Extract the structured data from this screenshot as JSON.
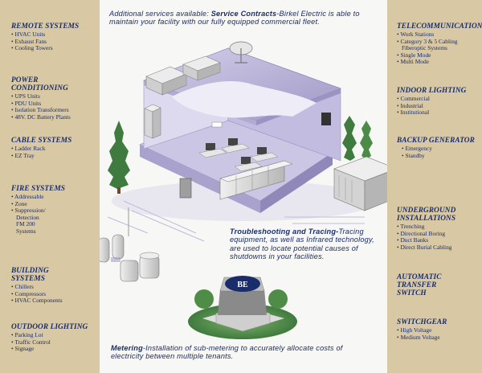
{
  "left_sidebar": {
    "sections": [
      {
        "title": "Remote Systems",
        "items": [
          "HVAC Units",
          "Exhaust Fans",
          "Cooling Towers"
        ]
      },
      {
        "title": "Power Conditioning",
        "items": [
          "UPS Units",
          "PDU Units",
          "Isolation Transformers",
          "48V. DC Battery Plants"
        ]
      },
      {
        "title": "Cable Systems",
        "items": [
          "Ladder Rack",
          "EZ Tray"
        ]
      },
      {
        "title": "Fire Systems",
        "items": [
          "Addressable",
          "Zone",
          "Suppression/",
          "Detection",
          "FM 200",
          "Systems"
        ]
      },
      {
        "title_lines": [
          "Building",
          "Systems"
        ],
        "items": [
          "Chillers",
          "Compressors",
          "HVAC Components"
        ]
      },
      {
        "title": "Outdoor Lighting",
        "items": [
          "Parking Lot",
          "Traffic Control",
          "Signage"
        ]
      }
    ]
  },
  "right_sidebar": {
    "sections": [
      {
        "title": "Telecommunications",
        "items": [
          "Work Stations",
          "Category 3 & 5 Cabling",
          "Fiberoptic Systems",
          "Single Mode",
          "Multi Mode"
        ]
      },
      {
        "title": "Indoor Lighting",
        "items": [
          "Commercial",
          "Industrial",
          "Institutional"
        ]
      },
      {
        "title": "Backup Generator",
        "items": [
          "Emergency",
          "Standby"
        ]
      },
      {
        "title_lines": [
          "Underground",
          "Installations"
        ],
        "items": [
          "Trenching",
          "Directional Boring",
          "Duct Banks",
          "Direct Burial Cabling"
        ]
      },
      {
        "title_lines": [
          "Automatic",
          "Transfer",
          "Switch"
        ],
        "items": []
      },
      {
        "title": "Switchgear",
        "items": [
          "High Voltage",
          "Medium Voltage"
        ]
      }
    ]
  },
  "notes": {
    "top": {
      "lead": "Additional services available:  ",
      "bold": "Service Contracts",
      "rest": "-Birkel Electric is able to maintain your facility with our fully equipped commercial fleet."
    },
    "middle": {
      "bold": "Troubleshooting and Tracing-",
      "rest": "Tracing equipment, as well as Infrared technology, are used to locate potential causes of shutdowns in your facilities."
    },
    "bottom": {
      "bold": "Metering",
      "rest": "-Installation of sub-metering to accurately allocate costs of electricity between multiple tenants."
    }
  },
  "logo": {
    "text": "BE"
  },
  "colors": {
    "sidebar_bg": "#d8c8a3",
    "text_blue": "#1a2d6a",
    "building_lilac": "#b9b3d8",
    "tree_green": "#3f7a3e"
  }
}
